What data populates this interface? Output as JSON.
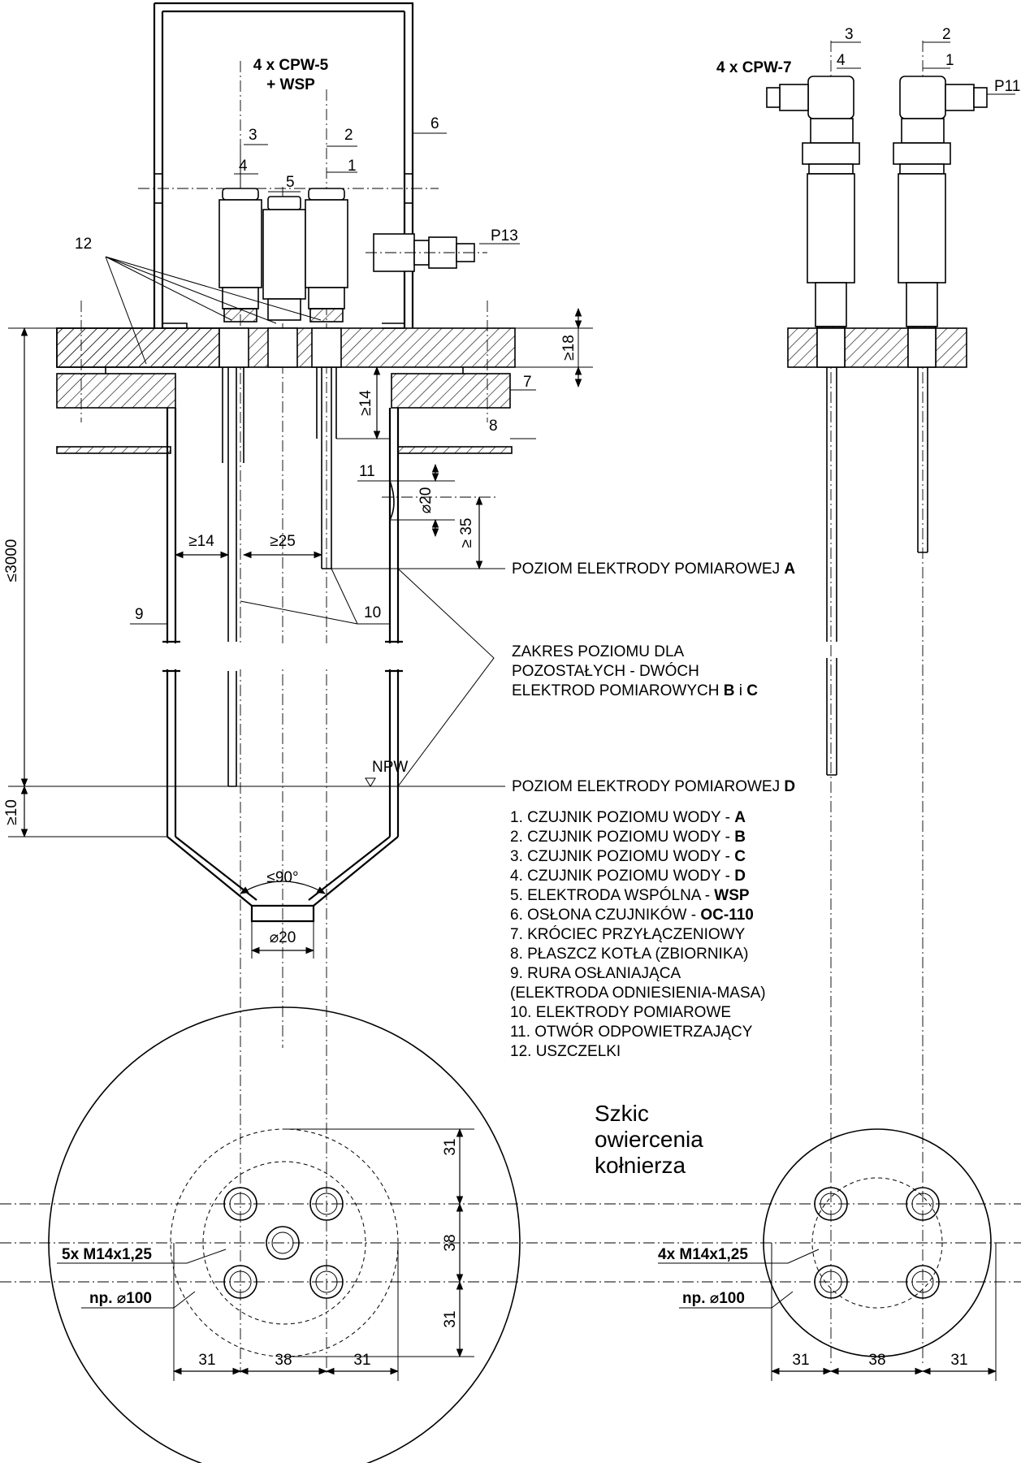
{
  "title_left": [
    "4 x CPW-5",
    "+ WSP"
  ],
  "title_right": "4 x CPW-7",
  "callouts": {
    "n1": "1",
    "n2": "2",
    "n3": "3",
    "n4": "4",
    "n5": "5",
    "n6": "6",
    "n7": "7",
    "n8": "8",
    "n9": "9",
    "n10": "10",
    "n11": "11",
    "n12": "12",
    "p13": "P13",
    "p11": "P11",
    "r1": "1",
    "r2": "2",
    "r3": "3",
    "r4": "4"
  },
  "dimensions": {
    "ge18": "≥18",
    "ge14_v": "≥14",
    "d20_vent": "⌀20",
    "ge35": "≥ 35",
    "ge14_h": "≥14",
    "ge25": "≥25",
    "le3000": "≤3000",
    "ge10": "≥10",
    "le90": "≤90°",
    "d20_bottom": "⌀20",
    "d31_top": "31",
    "d38_mid": "38",
    "d31_bot": "31",
    "h31_l": "31",
    "h38_c": "38",
    "h31_r": "31",
    "rh31_l": "31",
    "rh38_c": "38",
    "rh31_r": "31"
  },
  "level_labels": {
    "level_a": [
      "POZIOM ELEKTRODY POMIAROWEJ ",
      "A"
    ],
    "range": [
      "ZAKRES POZIOMU DLA",
      "POZOSTAŁYCH - DWÓCH",
      "ELEKTROD POMIAROWYCH "
    ],
    "range_bold": "B",
    "range_i": " i ",
    "range_bold2": "C",
    "level_d": [
      "POZIOM ELEKTRODY POMIAROWEJ ",
      "D"
    ],
    "npw": "NPW"
  },
  "legend": [
    {
      "text": "1. CZUJNIK POZIOMU WODY - ",
      "bold": "A"
    },
    {
      "text": "2. CZUJNIK POZIOMU WODY - ",
      "bold": "B"
    },
    {
      "text": "3. CZUJNIK POZIOMU WODY - ",
      "bold": "C"
    },
    {
      "text": "4. CZUJNIK POZIOMU WODY - ",
      "bold": "D"
    },
    {
      "text": "5. ELEKTRODA WSPÓLNA - ",
      "bold": "WSP"
    },
    {
      "text": "6. OSŁONA CZUJNIKÓW - ",
      "bold": "OC-110"
    },
    {
      "text": "7. KRÓCIEC PRZYŁĄCZENIOWY",
      "bold": ""
    },
    {
      "text": "8. PŁASZCZ KOTŁA (ZBIORNIKA)",
      "bold": ""
    },
    {
      "text": "9. RURA OSŁANIAJĄCA",
      "bold": ""
    },
    {
      "text": "   (ELEKTRODA ODNIESIENIA-MASA)",
      "bold": ""
    },
    {
      "text": "10. ELEKTRODY POMIAROWE",
      "bold": ""
    },
    {
      "text": "11. OTWÓR ODPOWIETRZAJĄCY",
      "bold": ""
    },
    {
      "text": "12. USZCZELKI",
      "bold": ""
    }
  ],
  "sketch_title": [
    "Szkic",
    "owiercenia",
    "kołnierza"
  ],
  "thread_left": "5x M14x1,25",
  "thread_right": "4x M14x1,25",
  "circle_left": "np. ⌀100",
  "circle_right": "np. ⌀100"
}
